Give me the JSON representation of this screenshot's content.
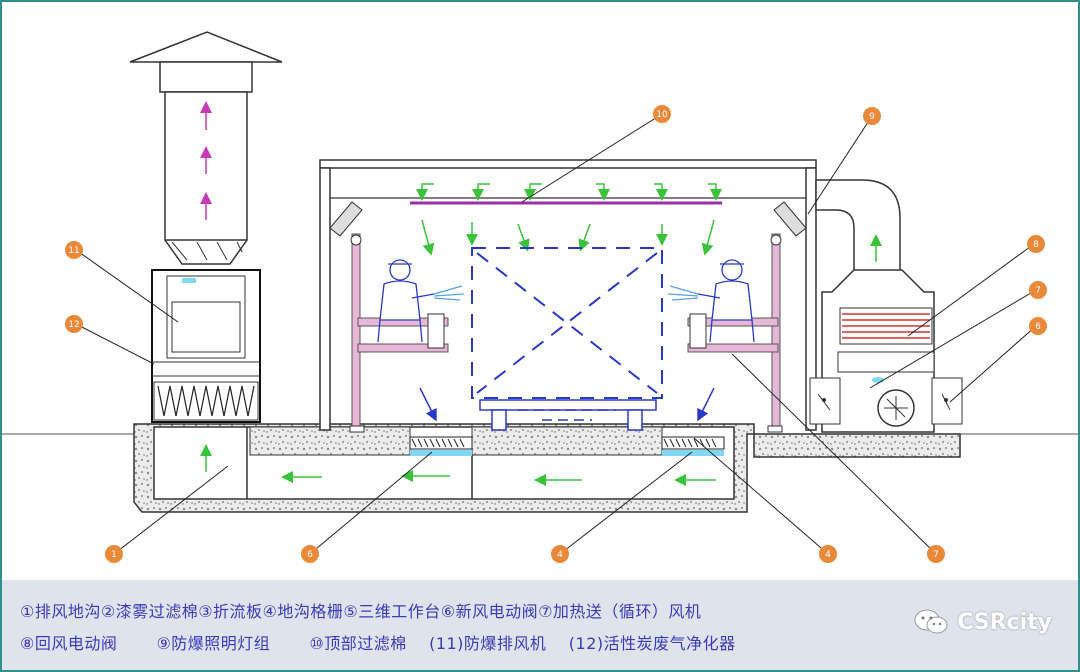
{
  "callouts": [
    "①",
    "⑥",
    "④",
    "⑦",
    "⑧",
    "⑨",
    "⑩",
    "⑪",
    "⑫"
  ],
  "callout_numbers": {
    "c1": "1",
    "c6": "6",
    "c4": "4",
    "c7": "7",
    "c8": "8",
    "c9": "9",
    "c10": "10",
    "c11": "11",
    "c12": "12",
    "c_right7": "7",
    "c_right6": "6"
  },
  "legend": {
    "line1": "①排风地沟②漆雾过滤棉③折流板④地沟格栅⑤三维工作台⑥新风电动阀⑦加热送（循环）风机",
    "line2": "⑧回风电动阀       ⑨防爆照明灯组       ⑩顶部过滤棉    (11)防爆排风机    (12)活性炭废气净化器"
  },
  "watermark": {
    "text": "CSRcity",
    "icon": "wechat-icon"
  },
  "colors": {
    "callout": "#e8893a",
    "arrow_green": "#3ac23a",
    "arrow_blue": "#2838c8",
    "arrow_magenta": "#c83ab8",
    "legend_text": "#3a3ab8",
    "frame": "#2f8f8a"
  }
}
